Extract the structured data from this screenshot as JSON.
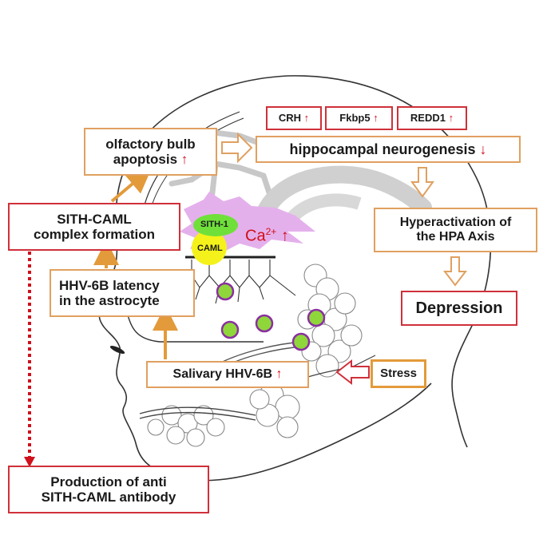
{
  "colors": {
    "orange_border": "#e0a060",
    "orange_arrow": "#e39a3a",
    "red_border": "#d0303a",
    "red_accent": "#d0101a",
    "sith_green": "#6fe03a",
    "caml_yellow": "#f4f21a",
    "burst_violet": "#e4b0ec",
    "virus_purple": "#8a2fa0",
    "virus_green": "#8fd63a",
    "brain_gray": "#c8c8c8"
  },
  "icons": {
    "up_arrow": "↑",
    "down_arrow": "↓"
  },
  "boxes": {
    "olfactory": {
      "line1": "olfactory bulb",
      "line2": "apoptosis",
      "trend": "up"
    },
    "hippocampal": {
      "text": "hippocampal neurogenesis",
      "trend": "down"
    },
    "crh": {
      "text": "CRH",
      "trend": "up"
    },
    "fkbp5": {
      "text": "Fkbp5",
      "trend": "up"
    },
    "redd1": {
      "text": "REDD1",
      "trend": "up"
    },
    "sith_caml": {
      "line1": "SITH-CAML",
      "line2": "complex formation"
    },
    "hpa": {
      "line1": "Hyperactivation of",
      "line2": "the HPA Axis"
    },
    "depression": {
      "text": "Depression"
    },
    "latency": {
      "line1": "HHV-6B latency",
      "line2": "in the astrocyte"
    },
    "salivary": {
      "text": "Salivary HHV-6B",
      "trend": "up"
    },
    "stress": {
      "text": "Stress"
    },
    "antibody": {
      "line1": "Production of anti",
      "line2": "SITH-CAML antibody"
    }
  },
  "labels": {
    "sith1": "SITH-1",
    "caml": "CAML",
    "calcium": "Ca",
    "calcium_charge": "2+",
    "calcium_trend": "up"
  }
}
